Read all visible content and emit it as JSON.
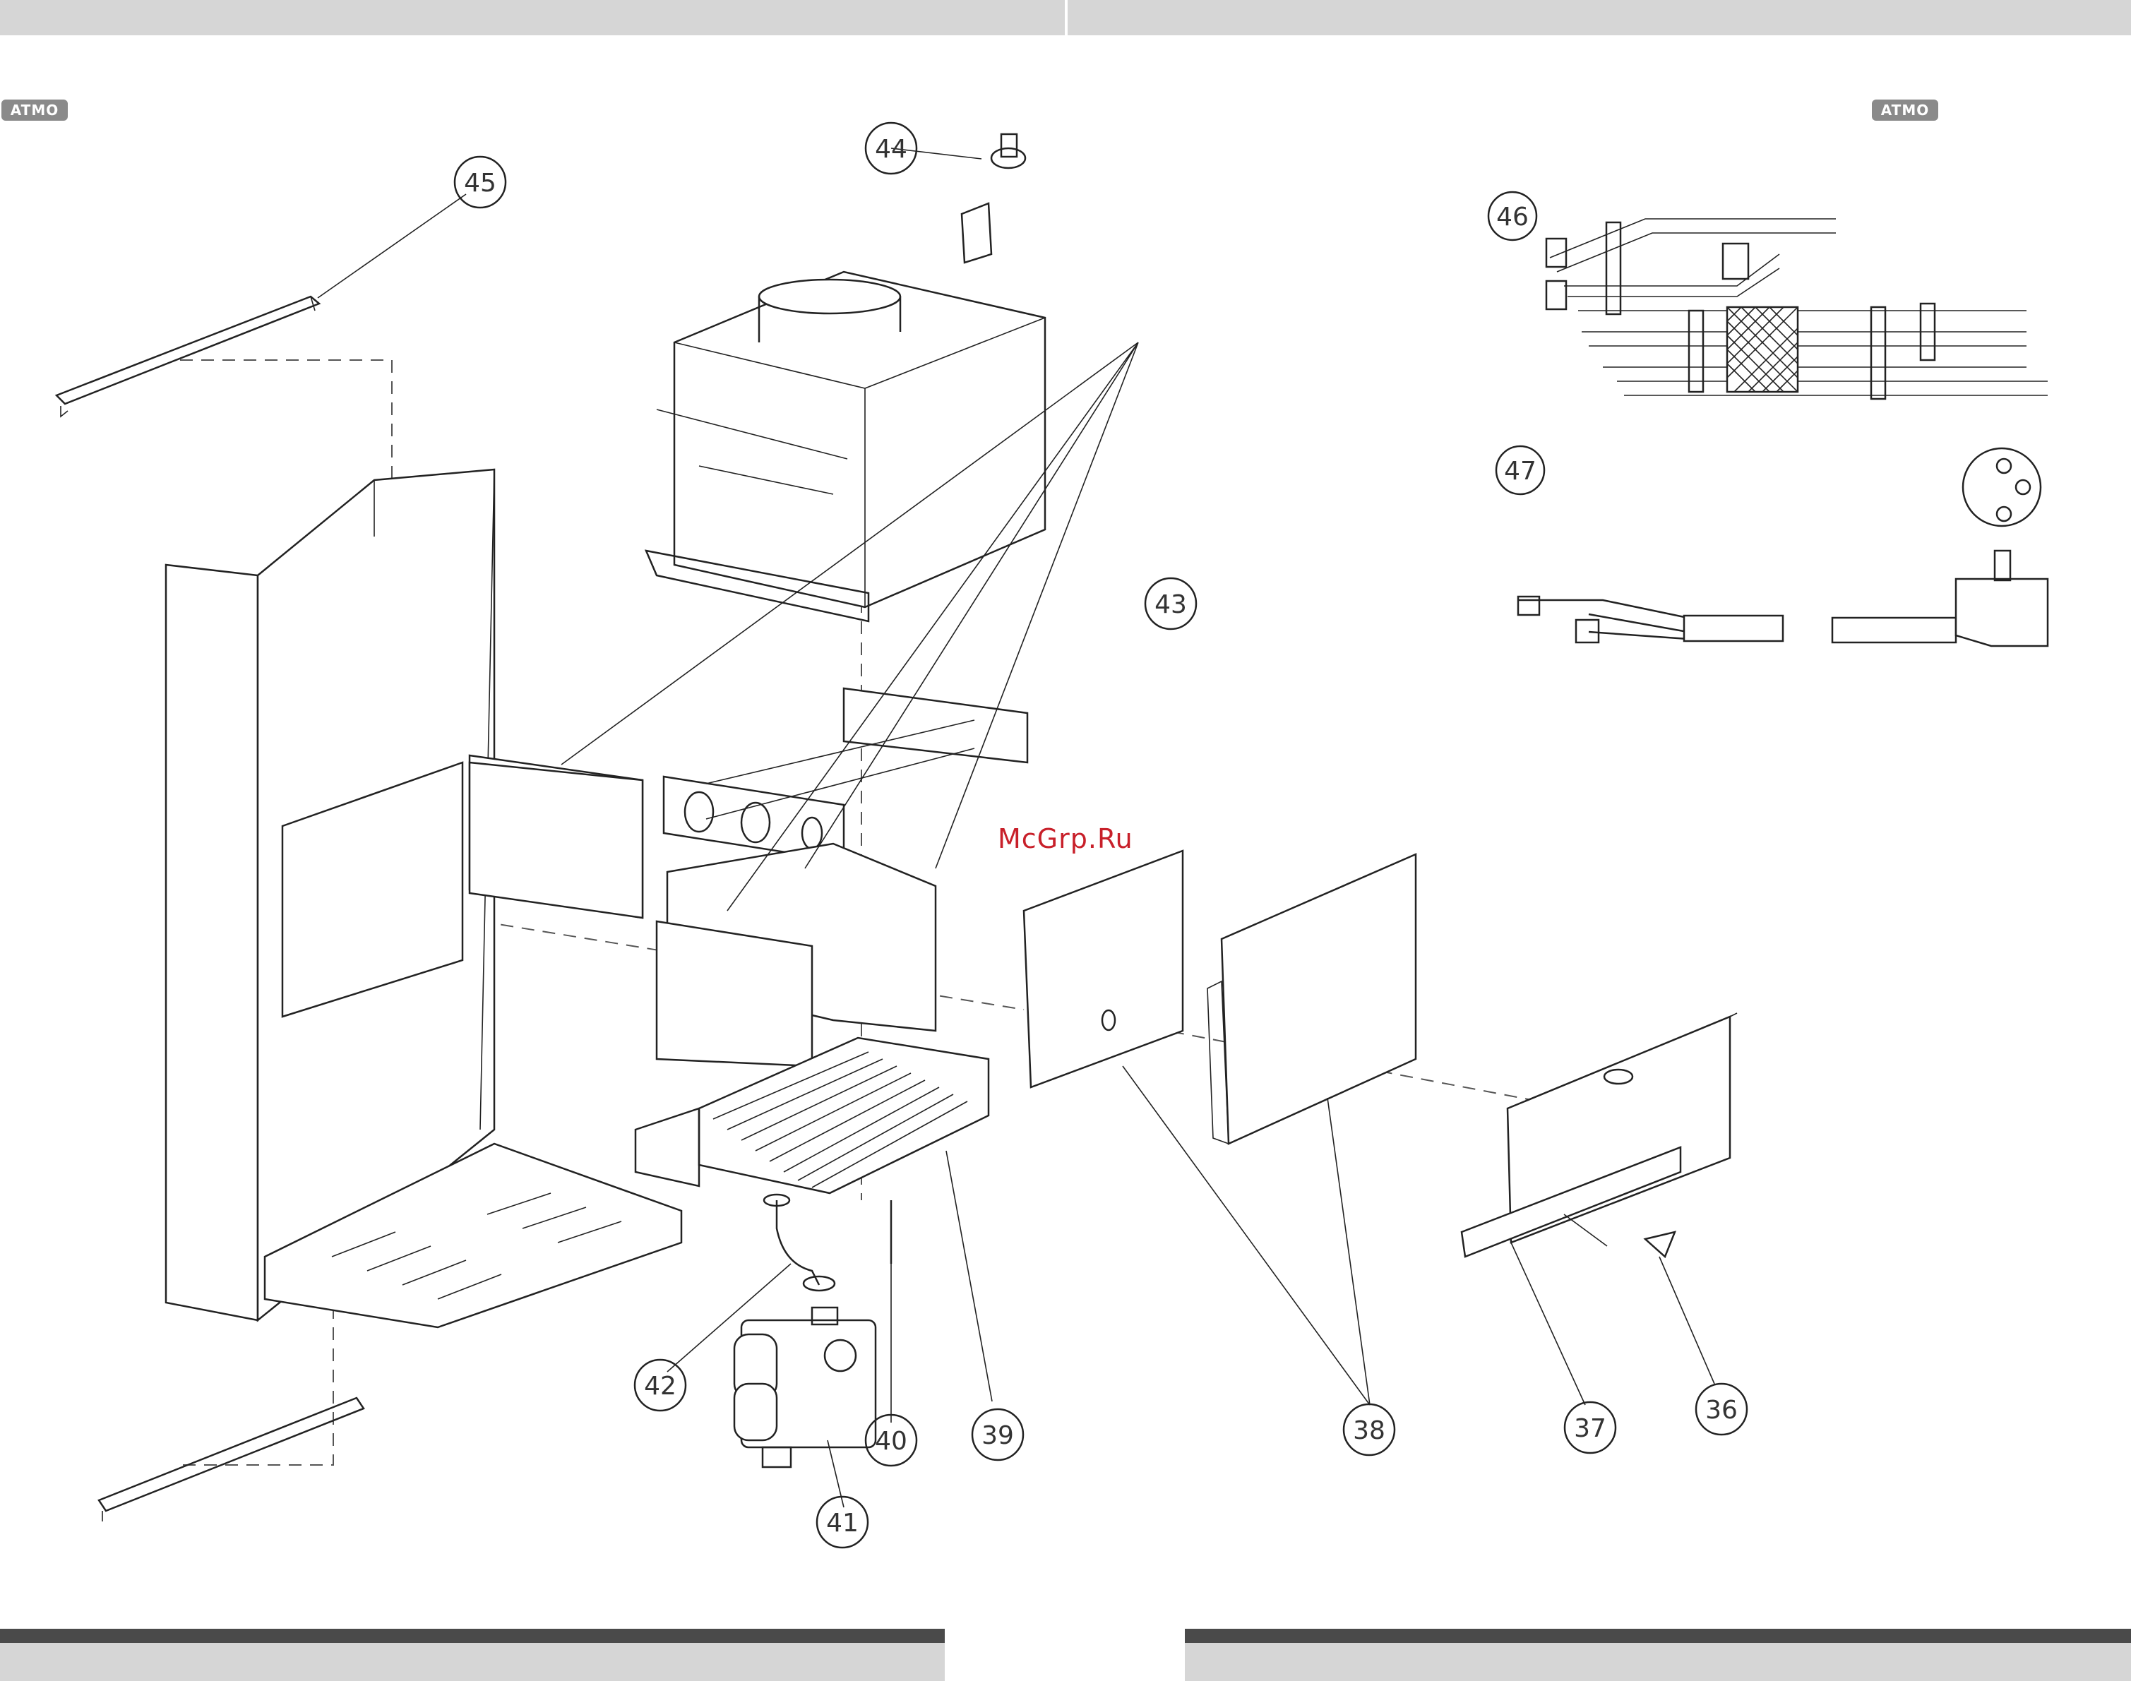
{
  "header": {
    "logo_left": "ATMO",
    "logo_right": "ATMO"
  },
  "watermark": "McGrp.Ru",
  "callouts": [
    "45",
    "44",
    "43",
    "42",
    "41",
    "40",
    "39",
    "38",
    "37",
    "36",
    "46",
    "47"
  ]
}
